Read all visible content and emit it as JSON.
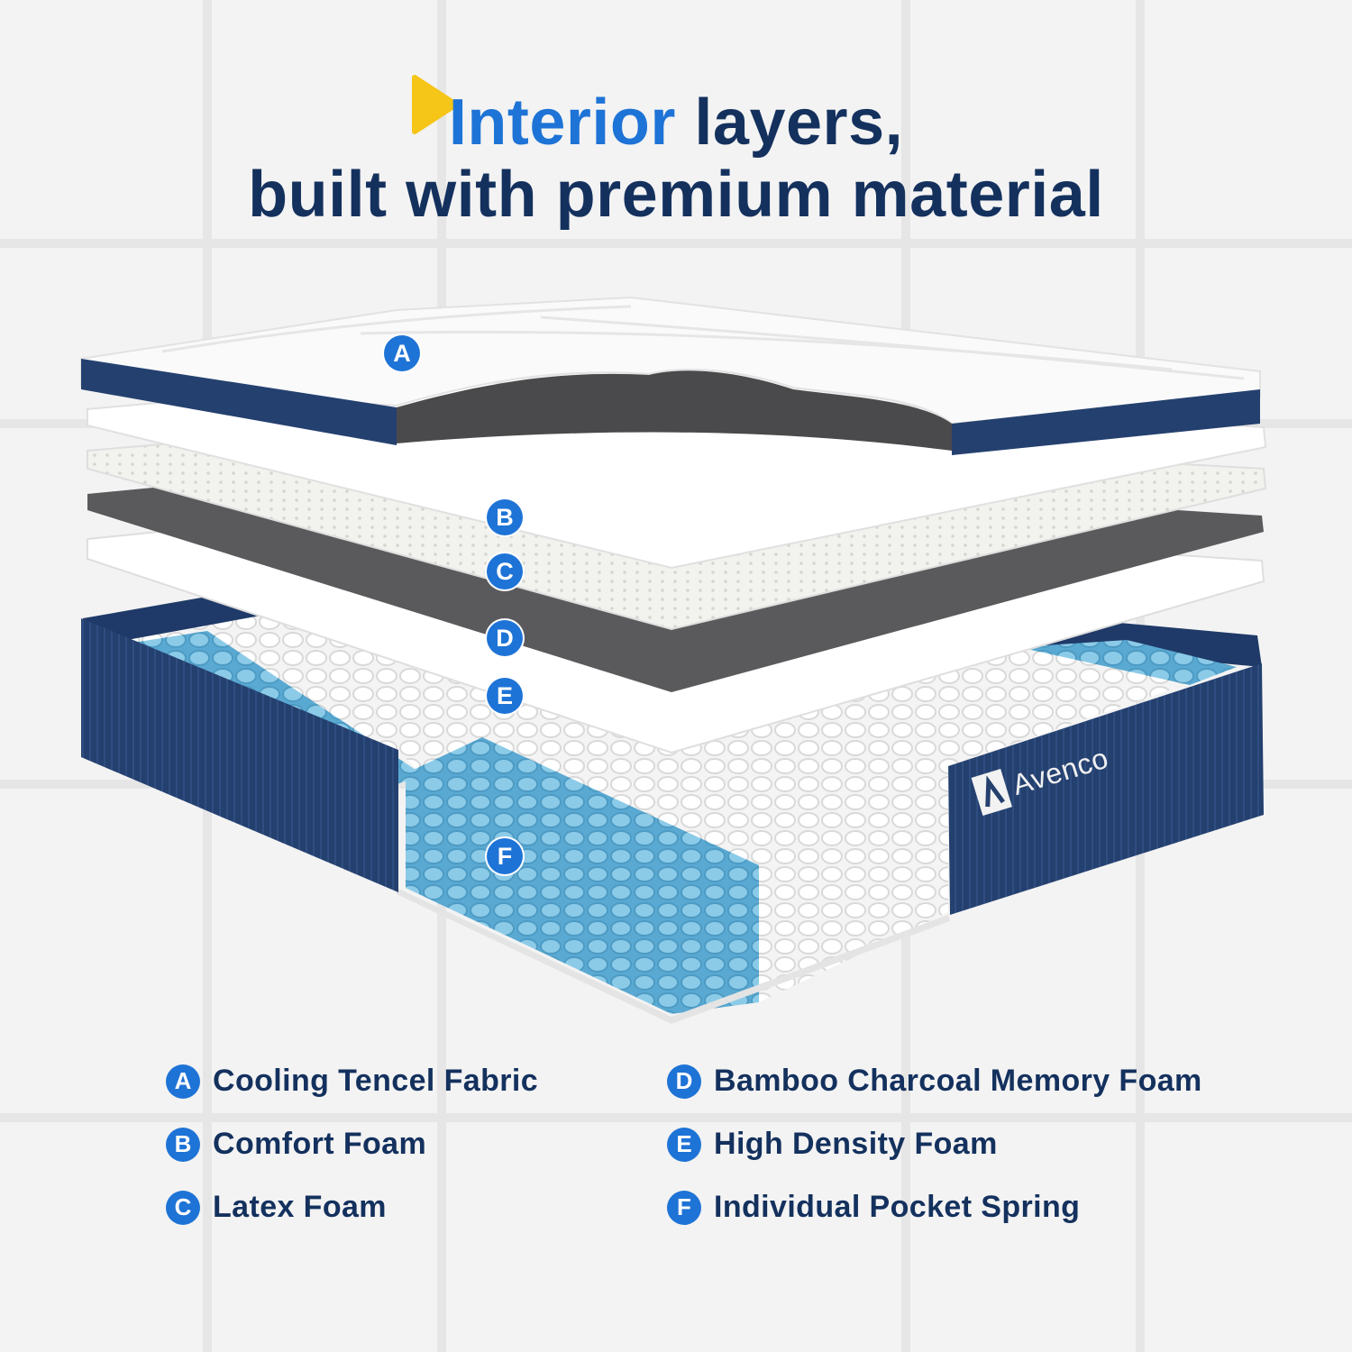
{
  "heading": {
    "line1_accent": "Interior",
    "line1_rest": " layers,",
    "line2": "built with premium material"
  },
  "brand": {
    "name": "Avenco",
    "logo_icon": "avenco-logo-icon"
  },
  "markers": [
    "A",
    "B",
    "C",
    "D",
    "E",
    "F"
  ],
  "legend": [
    {
      "letter": "A",
      "label": "Cooling Tencel Fabric"
    },
    {
      "letter": "B",
      "label": "Comfort Foam"
    },
    {
      "letter": "C",
      "label": "Latex Foam"
    },
    {
      "letter": "D",
      "label": "Bamboo Charcoal Memory Foam"
    },
    {
      "letter": "E",
      "label": "High Density Foam"
    },
    {
      "letter": "F",
      "label": "Individual Pocket Spring"
    }
  ],
  "colors": {
    "navy": "#14315e",
    "accent_blue": "#1e73d6",
    "side_fabric": "#24406f",
    "spring_blue": "#6fb9dd",
    "charcoal": "#5a5a5c",
    "title_mark_yellow": "#f5c518"
  }
}
